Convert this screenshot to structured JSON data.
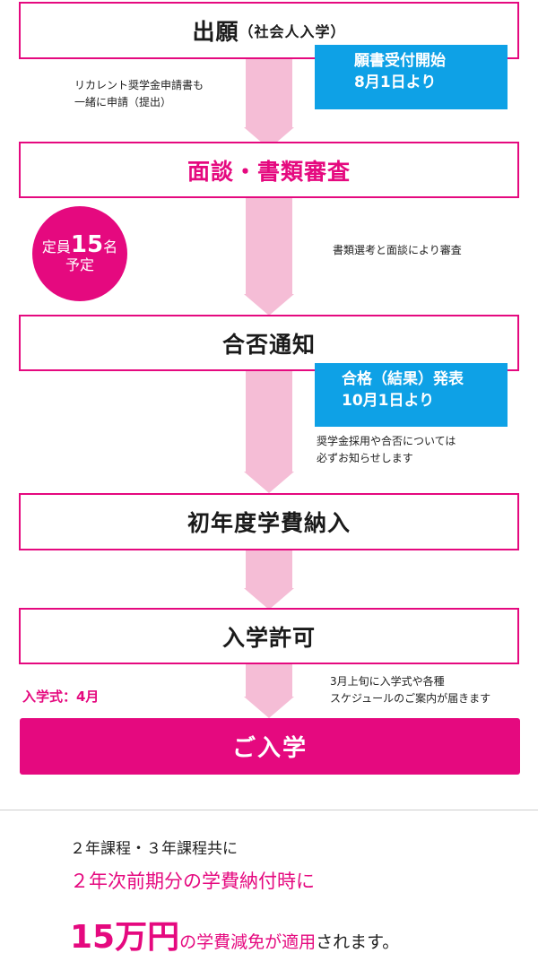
{
  "steps": {
    "apply": {
      "label": "出願",
      "sub": "（社会人入学）"
    },
    "interview": {
      "label": "面談・書類審査"
    },
    "result": {
      "label": "合否通知"
    },
    "fee": {
      "label": "初年度学費納入"
    },
    "permit": {
      "label": "入学許可"
    },
    "enroll": {
      "label": "ご入学"
    }
  },
  "badges": {
    "accept": {
      "line1": "願書受付開始",
      "line2": "8月1日より"
    },
    "announce": {
      "line1": "合格（結果）発表",
      "line2": "10月1日より"
    }
  },
  "notes": {
    "recurrent": {
      "line1": "リカレント奨学金申請書も",
      "line2": "一緒に申請（提出）"
    },
    "review": {
      "line1": "書類選考と面談により審査"
    },
    "scholarship": {
      "line1": "奨学金採用や合否については",
      "line2": "必ずお知らせします"
    },
    "schedule": {
      "line1": "3月上旬に入学式や各種",
      "line2": "スケジュールのご案内が届きます"
    }
  },
  "capacity": {
    "prefix": "定員",
    "number": "15",
    "suffix": "名",
    "line2": "予定"
  },
  "entrance_ceremony": "入学式：4月",
  "bottom": {
    "line1": "２年課程・３年課程共に",
    "line2": "２年次前期分の学費納付時に",
    "amount": "15万円",
    "seg1": "の",
    "seg2": "学費減免",
    "seg3": "が",
    "seg4": "適用",
    "seg5": "されます。"
  },
  "colors": {
    "accent": "#e5097f",
    "blue": "#0ea1e6",
    "arrow": "#f5bdd6"
  }
}
